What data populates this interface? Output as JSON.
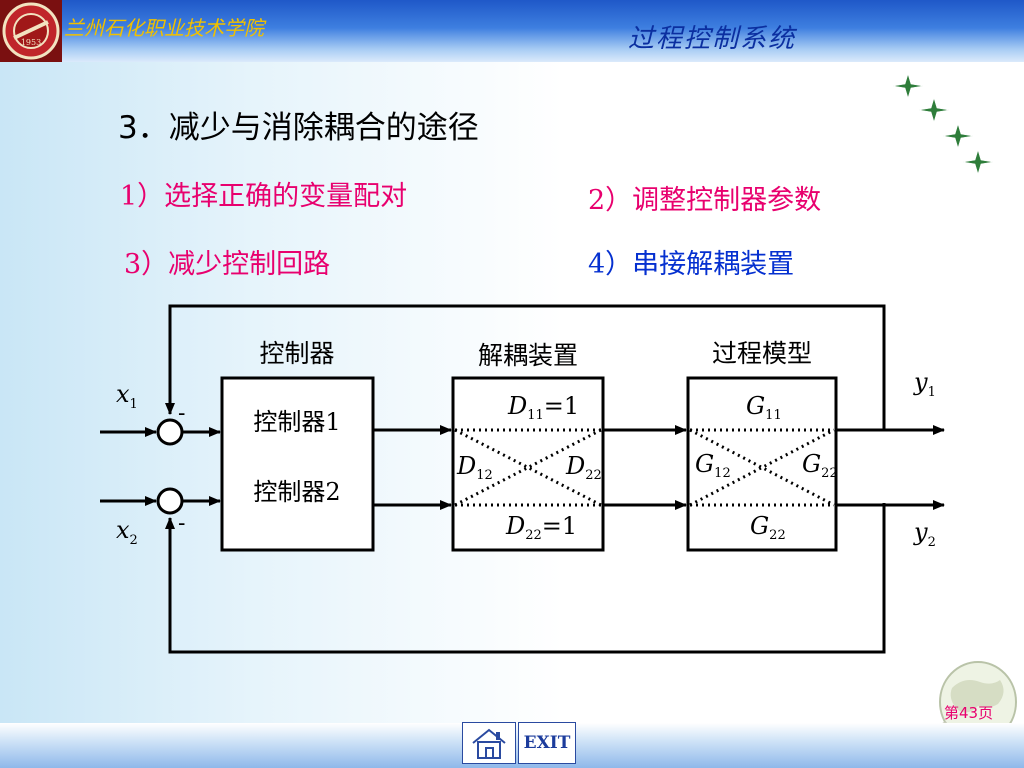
{
  "header": {
    "school_name": "兰州石化职业技术学院",
    "course_title": "过程控制系统",
    "logo_text": "1953"
  },
  "slide": {
    "heading": "3．减少与消除耦合的途径",
    "items": [
      {
        "text": "1）选择正确的变量配对",
        "color": "#e8006e"
      },
      {
        "text": "2）调整控制器参数",
        "color": "#e8006e"
      },
      {
        "text": "3）减少控制回路",
        "color": "#e8006e"
      },
      {
        "text": "4）串接解耦装置",
        "color": "#0530d0"
      }
    ]
  },
  "diagram": {
    "inputs": {
      "x1": "x",
      "x1_sub": "1",
      "x2": "x",
      "x2_sub": "2"
    },
    "outputs": {
      "y1": "y",
      "y1_sub": "1",
      "y2": "y",
      "y2_sub": "2"
    },
    "minus_sign": "-",
    "blocks": {
      "controller": {
        "title": "控制器",
        "line1": "控制器1",
        "line2": "控制器2"
      },
      "decoupler": {
        "title": "解耦装置",
        "d11": "D",
        "d11_sub": "11",
        "d11_value": "=1",
        "d12": "D",
        "d12_sub": "12",
        "d21": "D",
        "d21_sub": "22",
        "d22": "D",
        "d22_sub": "22",
        "d22_value": "=1"
      },
      "process": {
        "title": "过程模型",
        "g11": "G",
        "g11_sub": "11",
        "g12": "G",
        "g12_sub": "12",
        "g21": "G",
        "g21_sub": "22",
        "g22": "G",
        "g22_sub": "22"
      }
    }
  },
  "footer": {
    "home_icon": "house-icon",
    "exit_label": "EXIT",
    "page_label": "第43页"
  },
  "colors": {
    "header_blue": "#1f58c8",
    "accent_red": "#e8006e",
    "accent_blue": "#0530d0",
    "star_green": "#2e7d3a"
  }
}
